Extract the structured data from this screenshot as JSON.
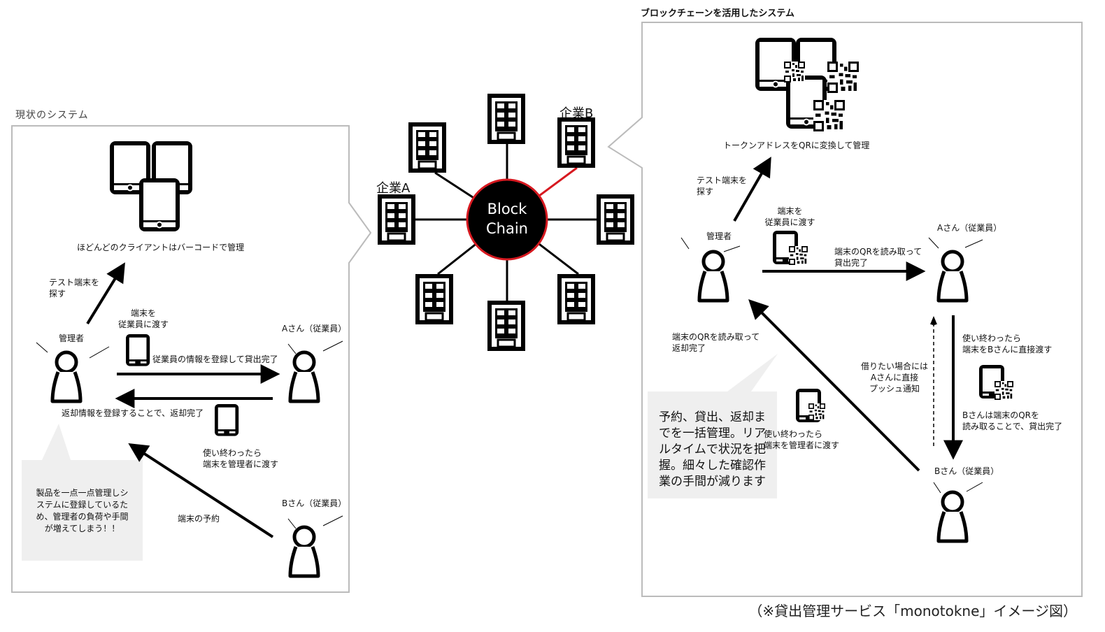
{
  "colors": {
    "line": "#000000",
    "frame": "#bbbbbb",
    "highlight": "#d71920",
    "note_bg": "#efefef"
  },
  "left_panel": {
    "title": "現状のシステム",
    "devices_caption": "ほどんどのクライアントはバーコードで管理",
    "search_label": "テスト端末を\n探す",
    "handover_label": "端末を\n従業員に渡す",
    "lend_label": "従業員の情報を登録して貸出完了",
    "return_label": "返却情報を登録することで、返却完了",
    "give_back_label": "使い終わったら\n端末を管理者に渡す",
    "reserve_label": "端末の予約",
    "admin_label": "管理者",
    "employee_a_label": "Aさん（従業員）",
    "employee_b_label": "Bさん（従業員）",
    "note": "製品を一点一点管理しシ\nステムに登録しているた\nめ、管理者の負荷や手間\nが増えてしまう！！"
  },
  "center": {
    "hub_label": "Block\nChain",
    "company_a": "企業A",
    "company_b": "企業B",
    "building_count": 8
  },
  "right_panel": {
    "title": "ブロックチェーンを活用したシステム",
    "devices_caption": "トークンアドレスをQRに変換して管理",
    "search_label": "テスト端末を\n探す",
    "handover_label": "端末を\n従業員に渡す",
    "lend_label": "端末のQRを読み取って\n貸出完了",
    "return_label": "端末のQRを読み取って\n返却完了",
    "give_back_label": "使い終わったら\n端末を管理者に渡す",
    "push_label": "借りたい場合には\nAさんに直接\nプッシュ通知",
    "direct_label": "使い終わったら\n端末をBさんに直接渡す",
    "b_lend_label": "Bさんは端末のQRを\n読み取ることで、貸出完了",
    "admin_label": "管理者",
    "employee_a_label": "Aさん（従業員）",
    "employee_b_label": "Bさん（従業員）",
    "note": "予約、貸出、返却ま\nでを一括管理。リア\nルタイムで状況を把\n握。細々した確認作\n業の手間が減ります"
  },
  "caption": "（※貸出管理サービス「monotokne」イメージ図）"
}
